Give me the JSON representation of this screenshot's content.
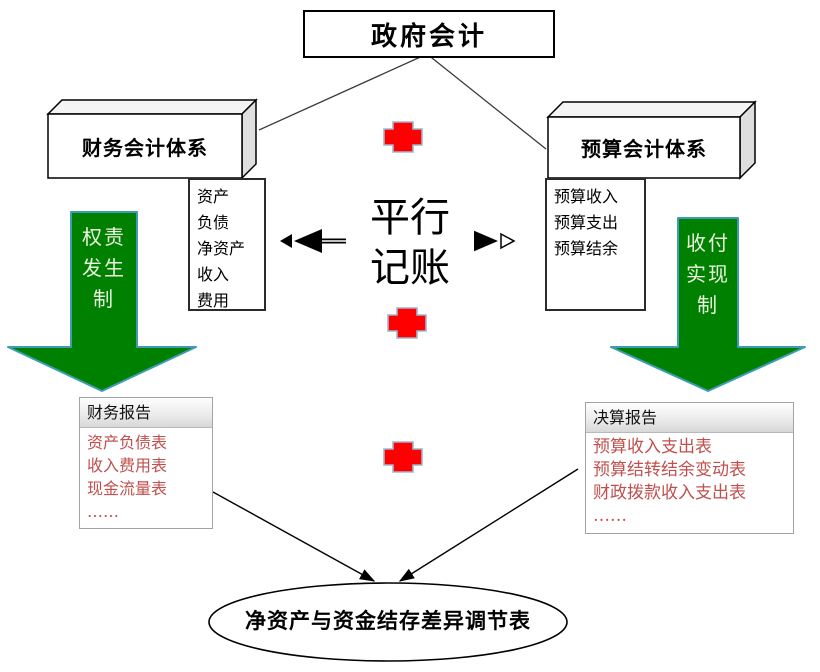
{
  "title": "政府会计",
  "left_system": {
    "label": "财务会计体系",
    "elements": [
      "资产",
      "负债",
      "净资产",
      "收入",
      "费用"
    ],
    "basis_lines": [
      "权责",
      "发生",
      "制"
    ]
  },
  "right_system": {
    "label": "预算会计体系",
    "elements": [
      "预算收入",
      "预算支出",
      "预算结余"
    ],
    "basis_lines": [
      "收付",
      "实现",
      "制"
    ]
  },
  "center_label": {
    "line1": "平行",
    "line2": "记账"
  },
  "left_report": {
    "header": "财务报告",
    "items": [
      "资产负债表",
      "收入费用表",
      "现金流量表",
      "……"
    ]
  },
  "right_report": {
    "header": "决算报告",
    "items": [
      "预算收入支出表",
      "预算结转结余变动表",
      "财政拨款收入支出表",
      "……"
    ]
  },
  "bottom_ellipse": {
    "label": "净资产与资金结存差异调节表"
  },
  "colors": {
    "cross_fill": "#FF0000",
    "cross_stroke": "#9FB6CD",
    "green_fill": "#008000",
    "green_stroke": "#3E9DB5",
    "green_text": "#ECF3DF",
    "report_text": "#C0504D",
    "band_gray": "#D8D8D8",
    "border_gray": "#A3A3A3"
  }
}
